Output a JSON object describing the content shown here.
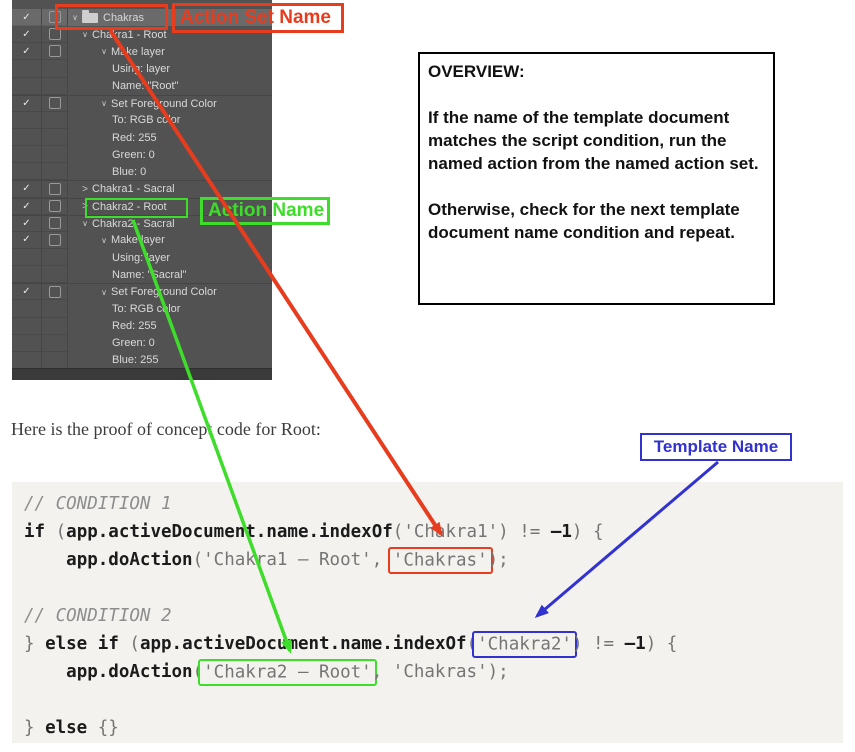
{
  "colors": {
    "red": "#e73c1e",
    "green": "#3fdd2b",
    "blue": "#3232d0",
    "panel_bg": "#525252",
    "panel_selected_bg": "#6a6a6a",
    "panel_text": "#d9d9d9",
    "code_bg": "#f3f2ef",
    "code_keyword": "#1b1b1b",
    "code_punct": "#757575",
    "code_comment": "#8d8d8d"
  },
  "annotations": {
    "action_set_name": "Action Set Name",
    "action_name": "Action Name",
    "template_name": "Template Name"
  },
  "panel": {
    "rows": [
      {
        "check": 1,
        "box": 1,
        "level": 0,
        "arrow": "open",
        "folder": 1,
        "label": "Chakras",
        "selected": 1
      },
      {
        "check": 1,
        "box": 1,
        "level": 1,
        "arrow": "open",
        "label": "Chakra1 - Root"
      },
      {
        "check": 1,
        "box": 1,
        "level": 2,
        "arrow": "open",
        "label": "Make layer"
      },
      {
        "level": 3,
        "label": "Using: layer"
      },
      {
        "level": 3,
        "label": "Name: \"Root\""
      },
      {
        "check": 1,
        "box": 1,
        "level": 2,
        "arrow": "open",
        "label": "Set Foreground Color",
        "sep": 1
      },
      {
        "level": 3,
        "label": "To: RGB color"
      },
      {
        "level": 3,
        "label": "Red: 255"
      },
      {
        "level": 3,
        "label": "Green: 0"
      },
      {
        "level": 3,
        "label": "Blue: 0"
      },
      {
        "check": 1,
        "box": 1,
        "level": 1,
        "arrow": "closed",
        "label": "Chakra1 - Sacral",
        "sep": 1
      },
      {
        "check": 1,
        "box": 1,
        "level": 1,
        "arrow": "closed",
        "label": "Chakra2 - Root",
        "sep": 1
      },
      {
        "check": 1,
        "box": 1,
        "level": 1,
        "arrow": "open",
        "label": "Chakra2 - Sacral",
        "sep": 1
      },
      {
        "check": 1,
        "box": 1,
        "level": 2,
        "arrow": "open",
        "label": "Make layer"
      },
      {
        "level": 3,
        "label": "Using: layer"
      },
      {
        "level": 3,
        "label": "Name: \"Sacral\""
      },
      {
        "check": 1,
        "box": 1,
        "level": 2,
        "arrow": "open",
        "label": "Set Foreground Color",
        "sep": 1
      },
      {
        "level": 3,
        "label": "To: RGB color"
      },
      {
        "level": 3,
        "label": "Red: 255"
      },
      {
        "level": 3,
        "label": "Green: 0"
      },
      {
        "level": 3,
        "label": "Blue: 255"
      }
    ]
  },
  "overview": {
    "title": "OVERVIEW:",
    "para1": "If the name of the template document matches the script condition, run the named action from the named action set.",
    "para2": "Otherwise, check for the next template document name condition and repeat."
  },
  "body_text": "Here is the proof of concept code for Root:",
  "code": {
    "lines": [
      [
        [
          "c",
          "// CONDITION 1"
        ]
      ],
      [
        [
          "k",
          "if"
        ],
        [
          "p",
          " ("
        ],
        [
          "k",
          "app.activeDocument.name.indexOf"
        ],
        [
          "p",
          "('Chakra1') != "
        ],
        [
          "k",
          "–1"
        ],
        [
          "p",
          ") {"
        ]
      ],
      [
        [
          "p",
          "    "
        ],
        [
          "k",
          "app.doAction"
        ],
        [
          "p",
          "('Chakra1 – Root', "
        ],
        [
          "box-red",
          "'Chakras'"
        ],
        [
          "p",
          ");"
        ]
      ],
      [],
      [
        [
          "c",
          "// CONDITION 2"
        ]
      ],
      [
        [
          "p",
          "} "
        ],
        [
          "k",
          "else"
        ],
        [
          "p",
          " "
        ],
        [
          "k",
          "if"
        ],
        [
          "p",
          " ("
        ],
        [
          "k",
          "app.activeDocument.name.indexOf"
        ],
        [
          "p",
          "("
        ],
        [
          "box-blue",
          "'Chakra2'"
        ],
        [
          "p",
          ") != "
        ],
        [
          "k",
          "–1"
        ],
        [
          "p",
          ") {"
        ]
      ],
      [
        [
          "p",
          "    "
        ],
        [
          "k",
          "app.doAction"
        ],
        [
          "p",
          "("
        ],
        [
          "box-green",
          "'Chakra2 – Root'"
        ],
        [
          "p",
          ", 'Chakras');"
        ]
      ],
      [],
      [
        [
          "p",
          "} "
        ],
        [
          "k",
          "else"
        ],
        [
          "p",
          " {}"
        ]
      ]
    ]
  }
}
